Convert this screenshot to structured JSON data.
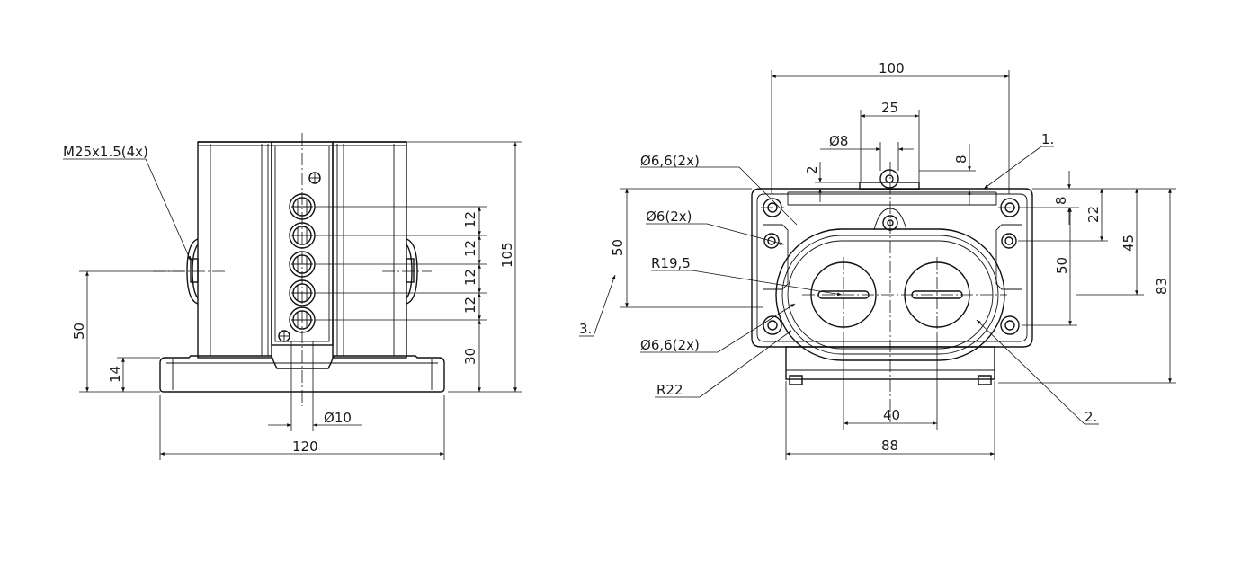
{
  "left_view": {
    "thread_note": "M25x1.5(4x)",
    "dim_width": "120",
    "dim_hole_dia": "10",
    "dim_height_total": "105",
    "dim_axis_height": "50",
    "dim_base_thickness": "14",
    "dim_bottom_to_button": "30",
    "dim_button_pitch": [
      "12",
      "12",
      "12",
      "12"
    ]
  },
  "right_view": {
    "dim_width_top": "100",
    "dim_pin_spacing": "25",
    "dim_pin_dia": "8",
    "dim_small_2": "2",
    "dim_small_8": "8",
    "callout_1": "1.",
    "callout_2": "2.",
    "callout_3": "3.",
    "hole_note_top": "6,6(2x)",
    "hole_note_mid": "6(2x)",
    "hole_note_bottom": "6,6(2x)",
    "radius_inner": "R19,5",
    "radius_outer": "R22",
    "dim_left_vertical": "50",
    "dim_right_8": "8",
    "dim_right_22": "22",
    "dim_right_45": "45",
    "dim_right_50": "50",
    "dim_right_83": "83",
    "dim_center_spacing": "40",
    "dim_width_bottom": "88",
    "diameter_symbol": "Ø"
  }
}
